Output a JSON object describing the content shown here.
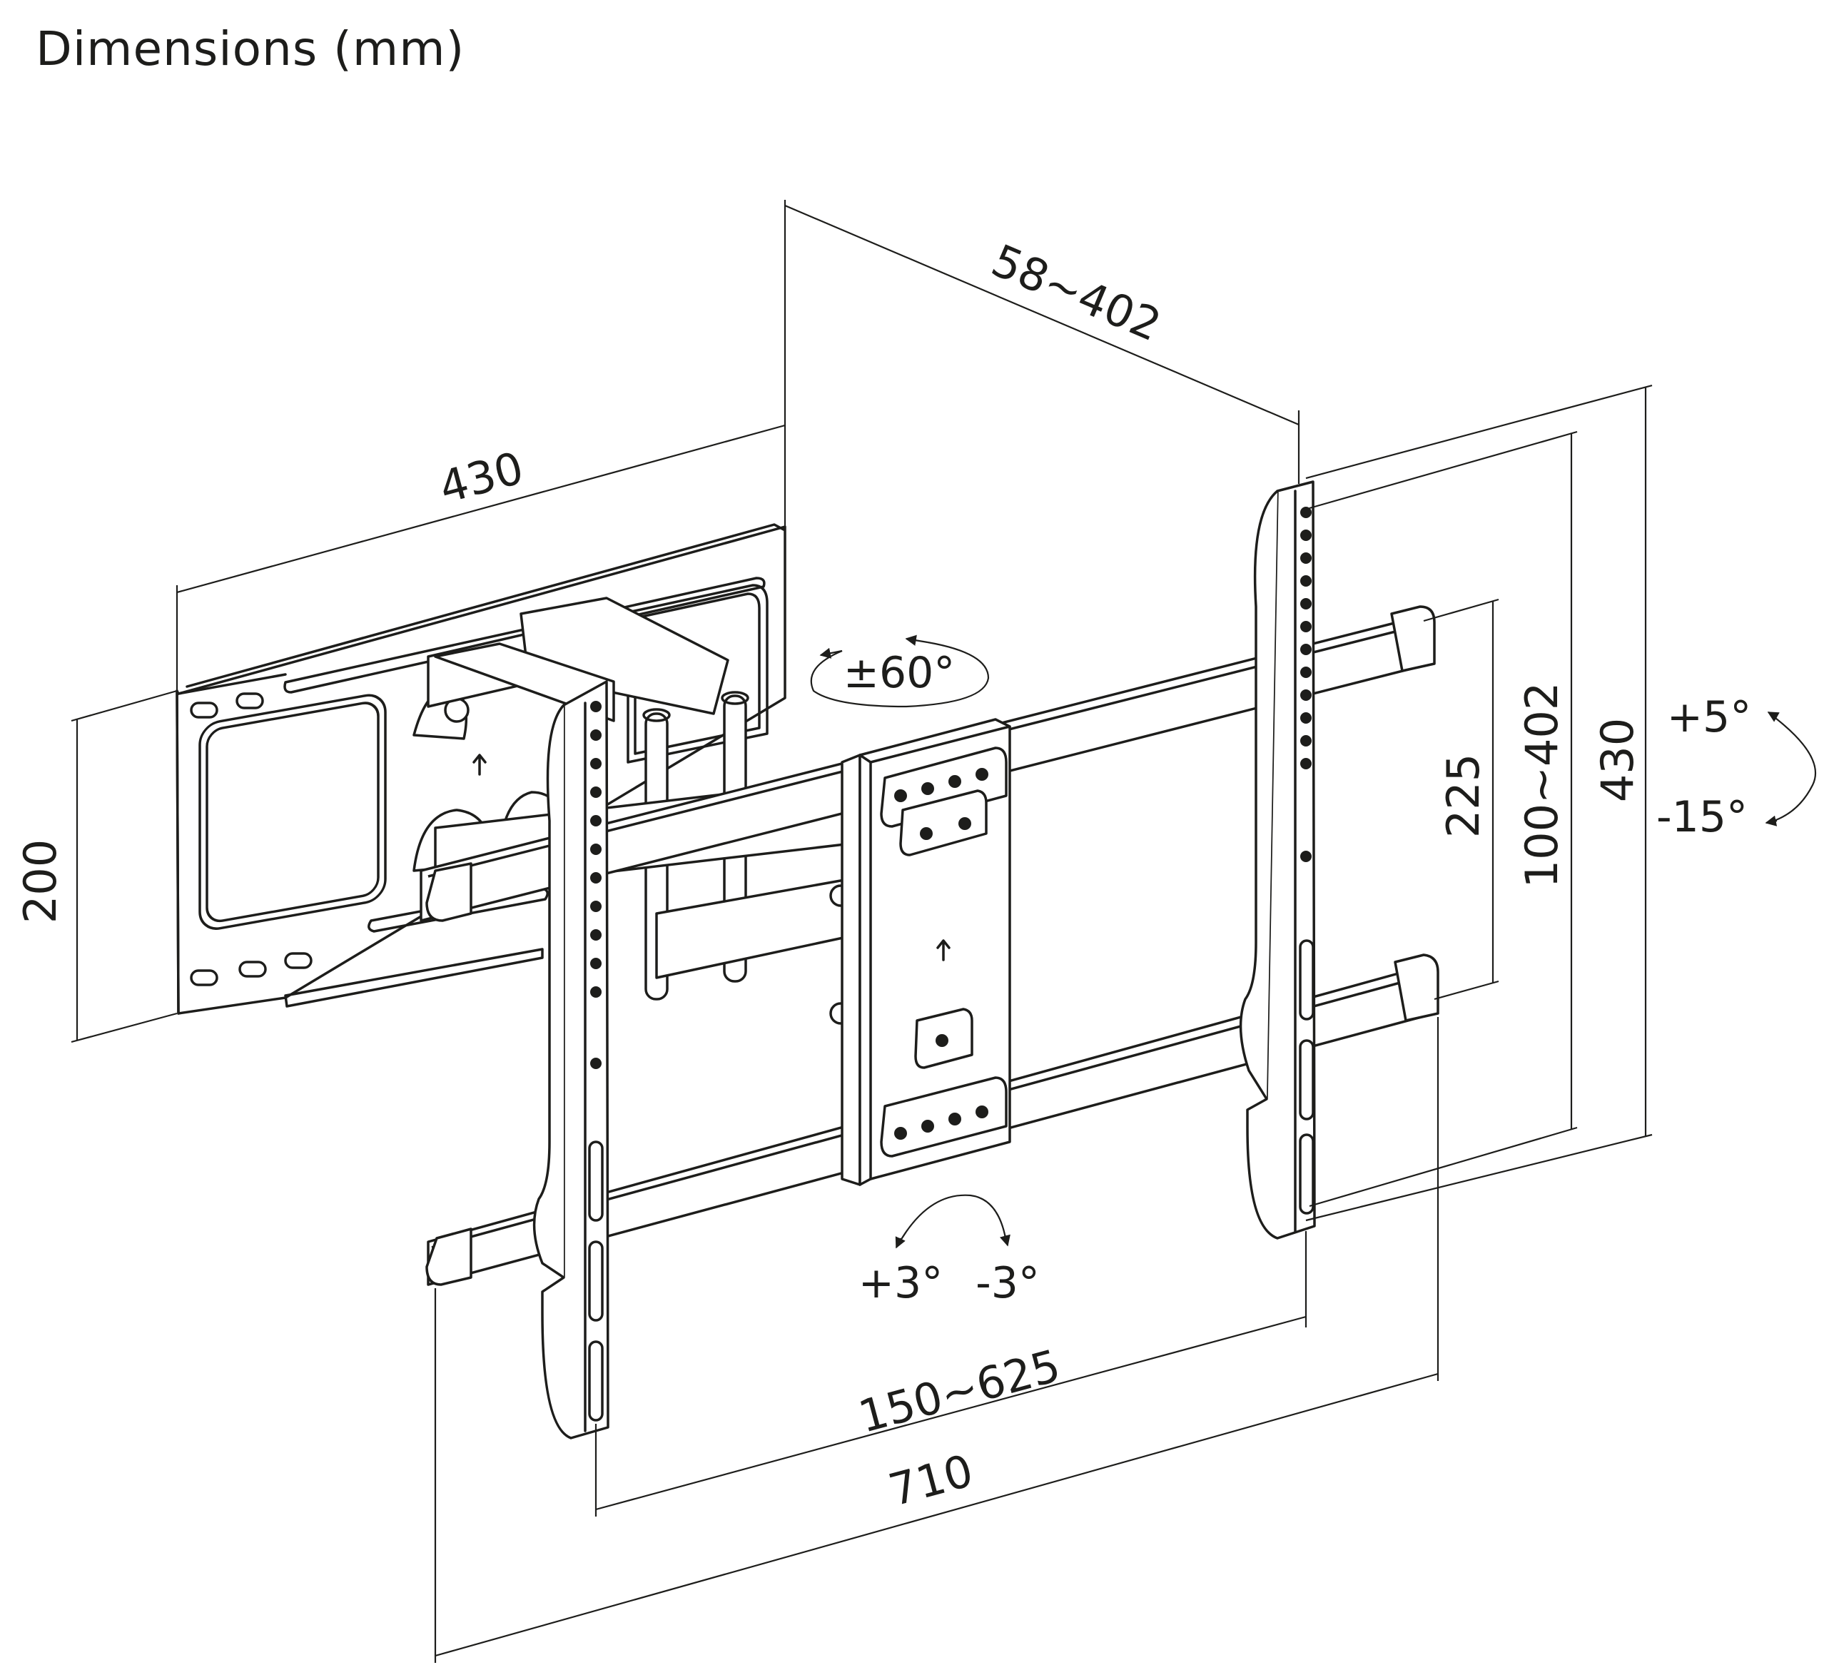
{
  "title": "Dimensions (mm)",
  "dimensions": {
    "wall_plate_width": "430",
    "wall_plate_height": "200",
    "wall_distance": "58~402",
    "inner_height": "225",
    "vesa_vertical": "100~402",
    "outer_height": "430",
    "vesa_horizontal": "150~625",
    "overall_width": "710"
  },
  "angles": {
    "swivel": "±60°",
    "tilt_up": "+5°",
    "tilt_down": "-15°",
    "level_left": "+3°",
    "level_right": "-3°"
  },
  "colors": {
    "line": "#1d1d1b",
    "background": "#ffffff"
  }
}
